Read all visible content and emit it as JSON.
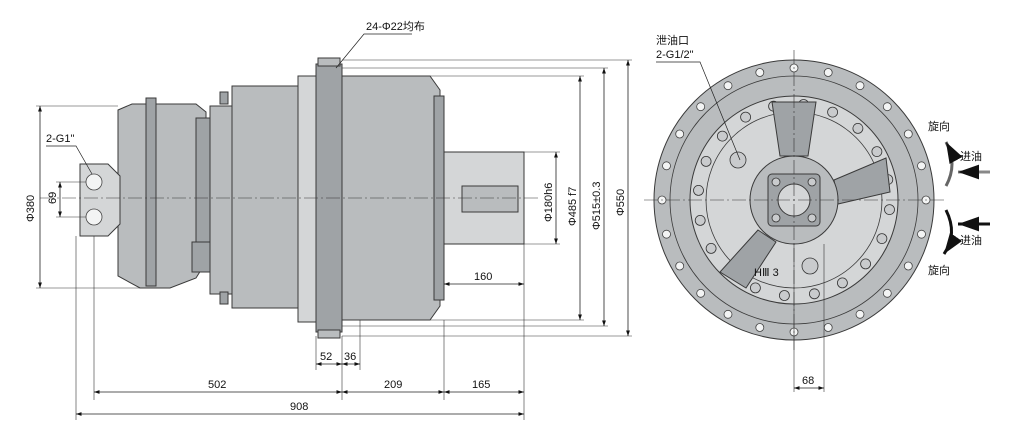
{
  "side_view": {
    "bolt_holes_label": "24-Φ22均布",
    "port_label": "2-G1\"",
    "dim_d380": "Φ380",
    "dim_69": "69",
    "dim_d180": "Φ180h6",
    "dim_d485": "Φ485 f7",
    "dim_d515": "Φ515±0.3",
    "dim_d550": "Φ550",
    "dim_160": "160",
    "dim_52": "52",
    "dim_36": "36",
    "dim_502": "502",
    "dim_209": "209",
    "dim_165": "165",
    "dim_908": "908"
  },
  "front_view": {
    "drain_label_line1": "泄油口",
    "drain_label_line2": "2-G1/2\"",
    "rotation_label_top": "旋向",
    "inlet_label_top": "进油",
    "inlet_label_bottom": "进油",
    "rotation_label_bottom": "旋向",
    "dim_68": "68",
    "plate_mark": "HⅢ 3"
  },
  "colors": {
    "body": "#b9bcbe",
    "outline": "#3a3a3a",
    "dimension": "#222222"
  }
}
